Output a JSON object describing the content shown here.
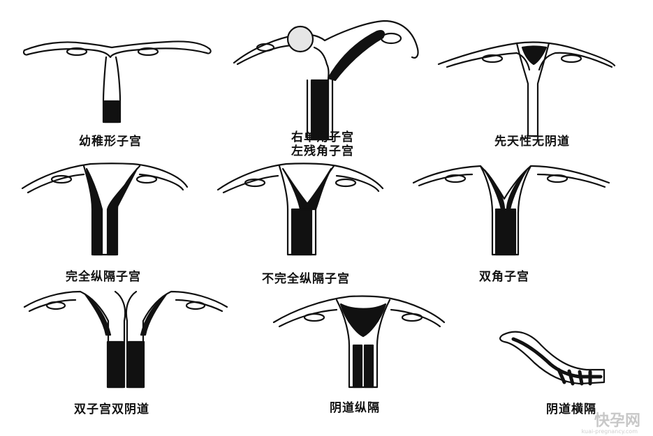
{
  "diagrams": [
    {
      "label": "幼稚形子宫"
    },
    {
      "label": "右单角子宫",
      "label2": "左残角子宫"
    },
    {
      "label": "先天性无阴道"
    },
    {
      "label": "完全纵隔子宫"
    },
    {
      "label": "不完全纵隔子宫"
    },
    {
      "label": "双角子宫"
    },
    {
      "label": "双子宫双阴道"
    },
    {
      "label": "阴道纵隔"
    },
    {
      "label": "阴道横隔"
    }
  ],
  "watermark": {
    "text": "快孕网",
    "url": "kuai-pregnancy.com"
  }
}
